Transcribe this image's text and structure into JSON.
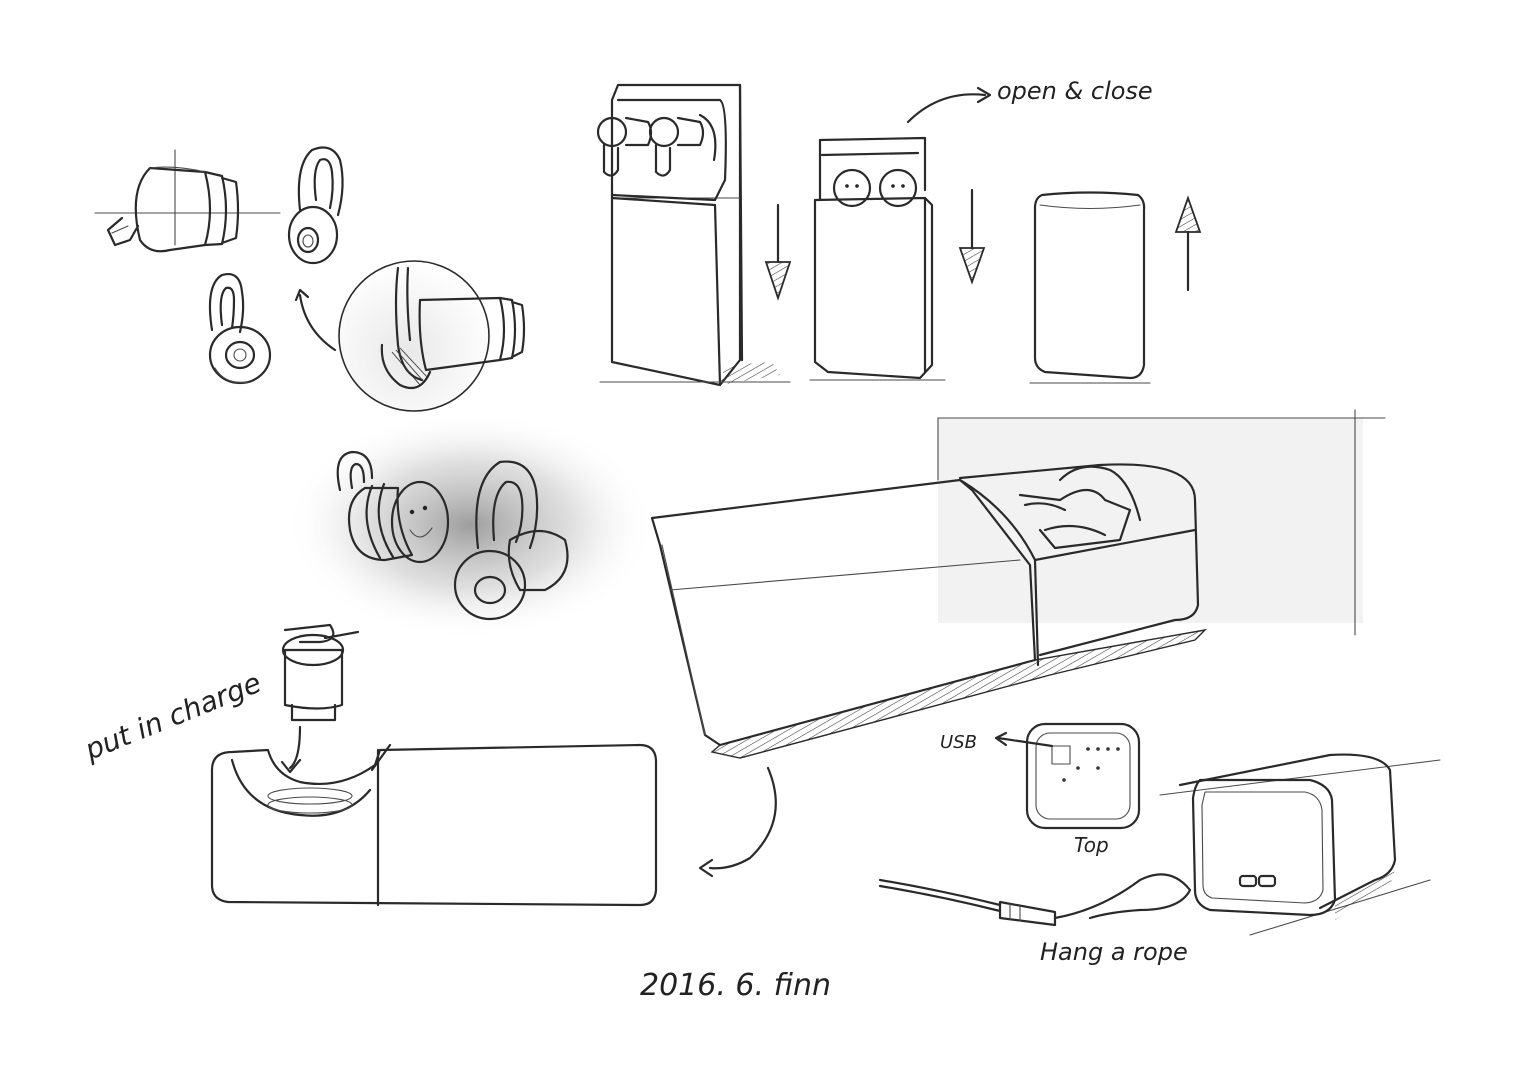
{
  "annotations": {
    "open_close": "open & close",
    "put_in_charge": "put in charge",
    "usb": "USB",
    "top": "Top",
    "hang_rope": "Hang a rope",
    "signature": "2016. 6. finn"
  },
  "colors": {
    "paper": "#ffffff",
    "ink": "#2a2a2a",
    "shadow": "#9a9a9a",
    "panel": "#f2f2f2"
  }
}
